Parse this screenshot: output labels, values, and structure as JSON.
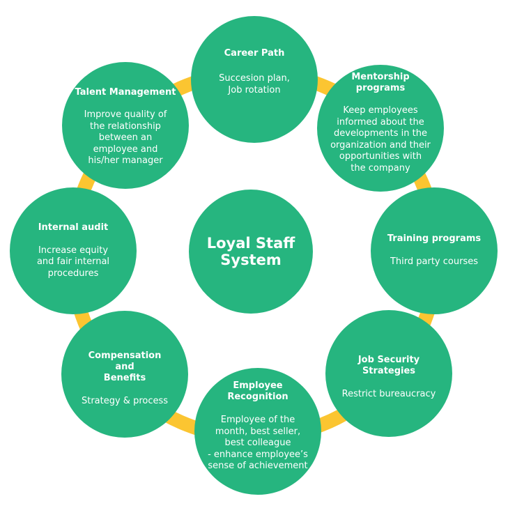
{
  "center": {
    "title": "Loyal Staff\nSystem"
  },
  "nodes": [
    {
      "title": "Career Path",
      "description": "Succesion plan,\nJob rotation"
    },
    {
      "title": "Mentorship\nprograms",
      "description": "Keep employees\ninformed about the\ndevelopments in the\norganization and their\nopportunities with\nthe company"
    },
    {
      "title": "Training programs",
      "description": "Third party courses"
    },
    {
      "title": "Job Security\nStrategies",
      "description": "Restrict bureaucracy"
    },
    {
      "title": "Employee\nRecognition",
      "description": "Employee of the\nmonth, best seller,\nbest colleague\n- enhance employee’s\nsense of achievement"
    },
    {
      "title": "Compensation\nand\nBenefits",
      "description": "Strategy & process"
    },
    {
      "title": "Internal audit",
      "description": "Increase equity\nand fair internal\nprocedures"
    },
    {
      "title": "Talent Management",
      "description": "Improve quality of\nthe relationship\nbetween an\nemployee and\nhis/her manager"
    }
  ],
  "colors": {
    "circle": "#26b57f",
    "ring": "#fbc531",
    "text": "#ffffff",
    "background": "#ffffff"
  }
}
